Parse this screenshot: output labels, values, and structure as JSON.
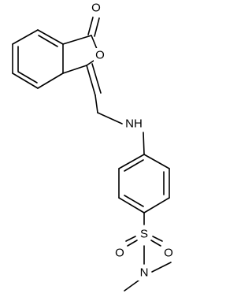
{
  "molecule": {
    "atoms": {
      "carbonyl_oxygen": "O",
      "ring_oxygen": "O",
      "amine": "NH",
      "sulfur": "S",
      "sulfonyl_oxygen_left": "O",
      "sulfonyl_oxygen_right": "O",
      "sulfonamide_nitrogen": "N"
    },
    "colors": {
      "bond": "#000000",
      "label": "#000000",
      "background": "#ffffff"
    }
  }
}
